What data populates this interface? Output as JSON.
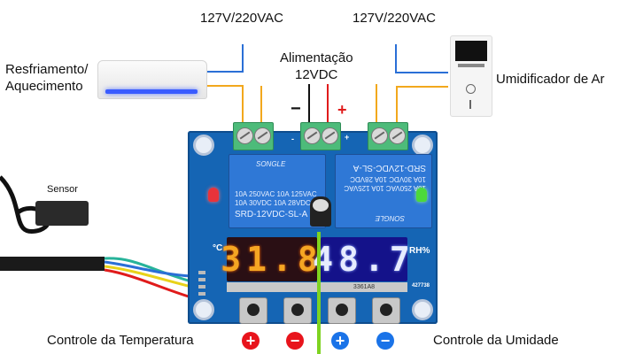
{
  "labels": {
    "ac_left": "127V/220VAC",
    "ac_right": "127V/220VAC",
    "power_line1": "Alimentação",
    "power_line2": "12VDC",
    "minus": "−",
    "plus": "+",
    "left_device_line1": "Resfriamento/",
    "left_device_line2": "Aquecimento",
    "right_device": "Umidificador de Ar",
    "sensor": "Sensor",
    "temp_control": "Controle da Temperatura",
    "humidity_control": "Controle da Umidade"
  },
  "board": {
    "temp_display": "31.8",
    "humidity_display": "48.7",
    "temp_unit": "°C",
    "humidity_unit": "RH%",
    "relay_brand": "SONGLE",
    "relay_model": "SRD-12VDC-SL-A",
    "relay_rating1": "10A 250VAC  10A 125VAC",
    "relay_rating2": "10A 30VDC  10A 28VDC",
    "humidity_strip_code": "3361A8",
    "board_code": "427738",
    "terminal_minus": "-",
    "terminal_plus": "+"
  },
  "buttons": [
    {
      "symbol": "+",
      "group": "temperature",
      "color": "#e8141c"
    },
    {
      "symbol": "−",
      "group": "temperature",
      "color": "#e8141c"
    },
    {
      "symbol": "+",
      "group": "humidity",
      "color": "#1a73e8"
    },
    {
      "symbol": "−",
      "group": "humidity",
      "color": "#1a73e8"
    }
  ],
  "colors": {
    "divider": "#7ed321",
    "wire_blue": "#2a6fd6",
    "wire_orange": "#f2a81d",
    "wire_red": "#e01b1b",
    "wire_black": "#111111",
    "led_red": "#e8333a",
    "led_green": "#4cd93a"
  }
}
